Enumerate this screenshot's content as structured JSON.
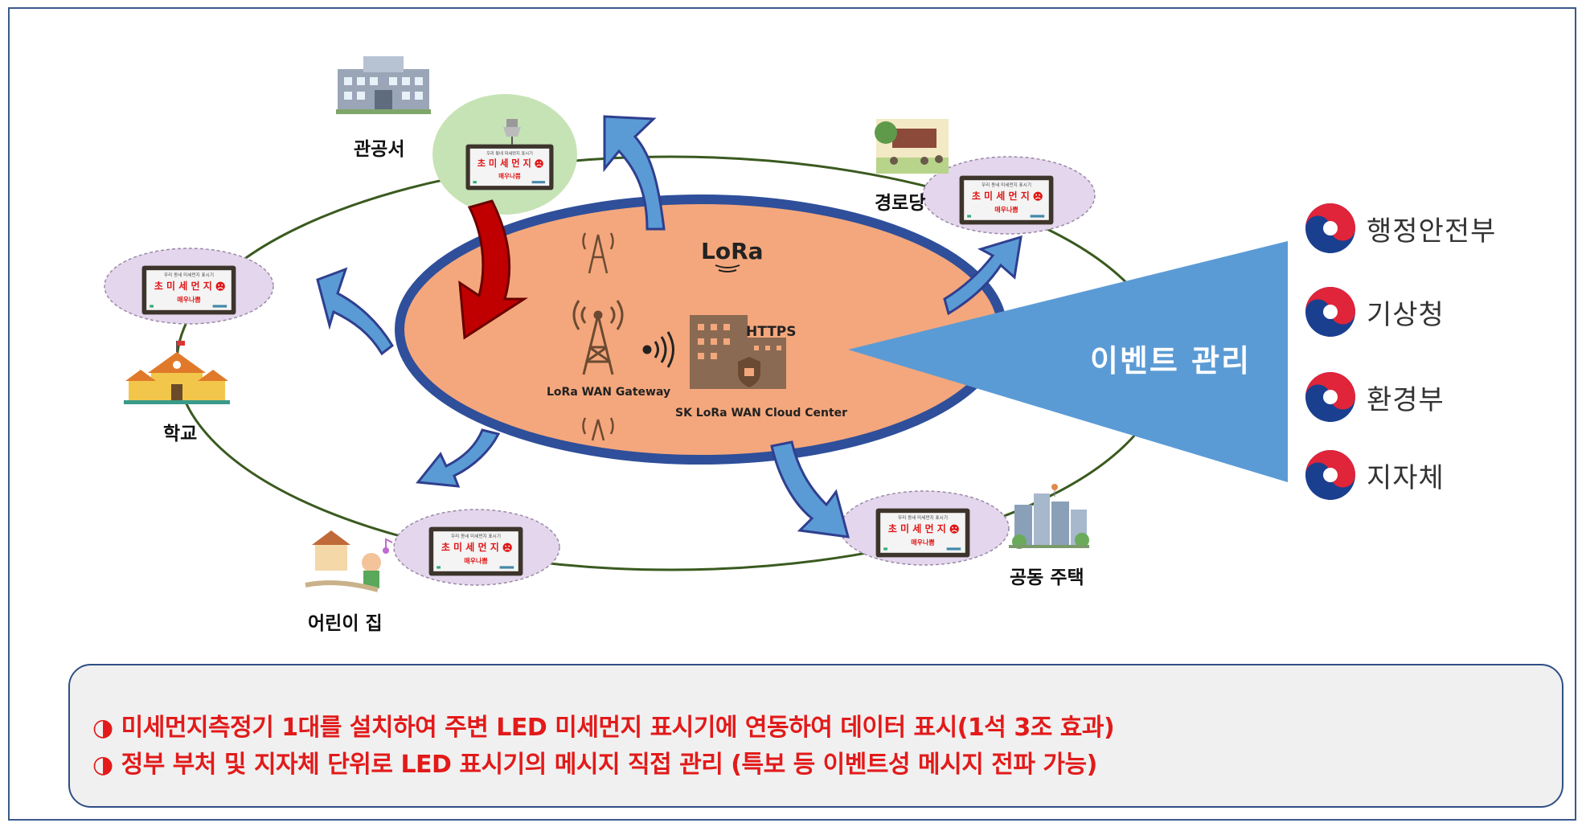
{
  "nodes": {
    "government_office": "관공서",
    "senior_center": "경로당",
    "school": "학교",
    "daycare": "어린이 집",
    "apartment": "공동 주택"
  },
  "center": {
    "lora_logo": "LoRa",
    "https": "HTTPS",
    "gateway": "LoRa WAN Gateway",
    "cloud": "SK LoRa WAN Cloud Center"
  },
  "display_board": {
    "header": "우리 동네 미세먼지 표시기",
    "title": "초 미 세 먼 지",
    "status": "매우나쁨"
  },
  "event": {
    "label": "이벤트 관리"
  },
  "ministries": [
    "행정안전부",
    "기상청",
    "환경부",
    "지자체"
  ],
  "notes": [
    "◑ 미세먼지측정기 1대를 설치하여 주변 LED 미세먼지 표시기에 연동하여 데이터 표시(1석 3조 효과)",
    "◑ 정부 부처 및 지자체 단위로 LED 표시기의 메시지 직접 관리 (특보 등 이벤트성 메시지 전파 가능)"
  ],
  "colors": {
    "frame": "#3a5a8c",
    "ellipse_fill": "#f4a77c",
    "ellipse_border": "#2f4f9a",
    "arrow_blue": "#5b9bd5",
    "arrow_red": "#c00000",
    "note_text": "#e21a1a",
    "node_bubble": "#e4d6ec",
    "govt_bubble": "#c6e3b5"
  }
}
